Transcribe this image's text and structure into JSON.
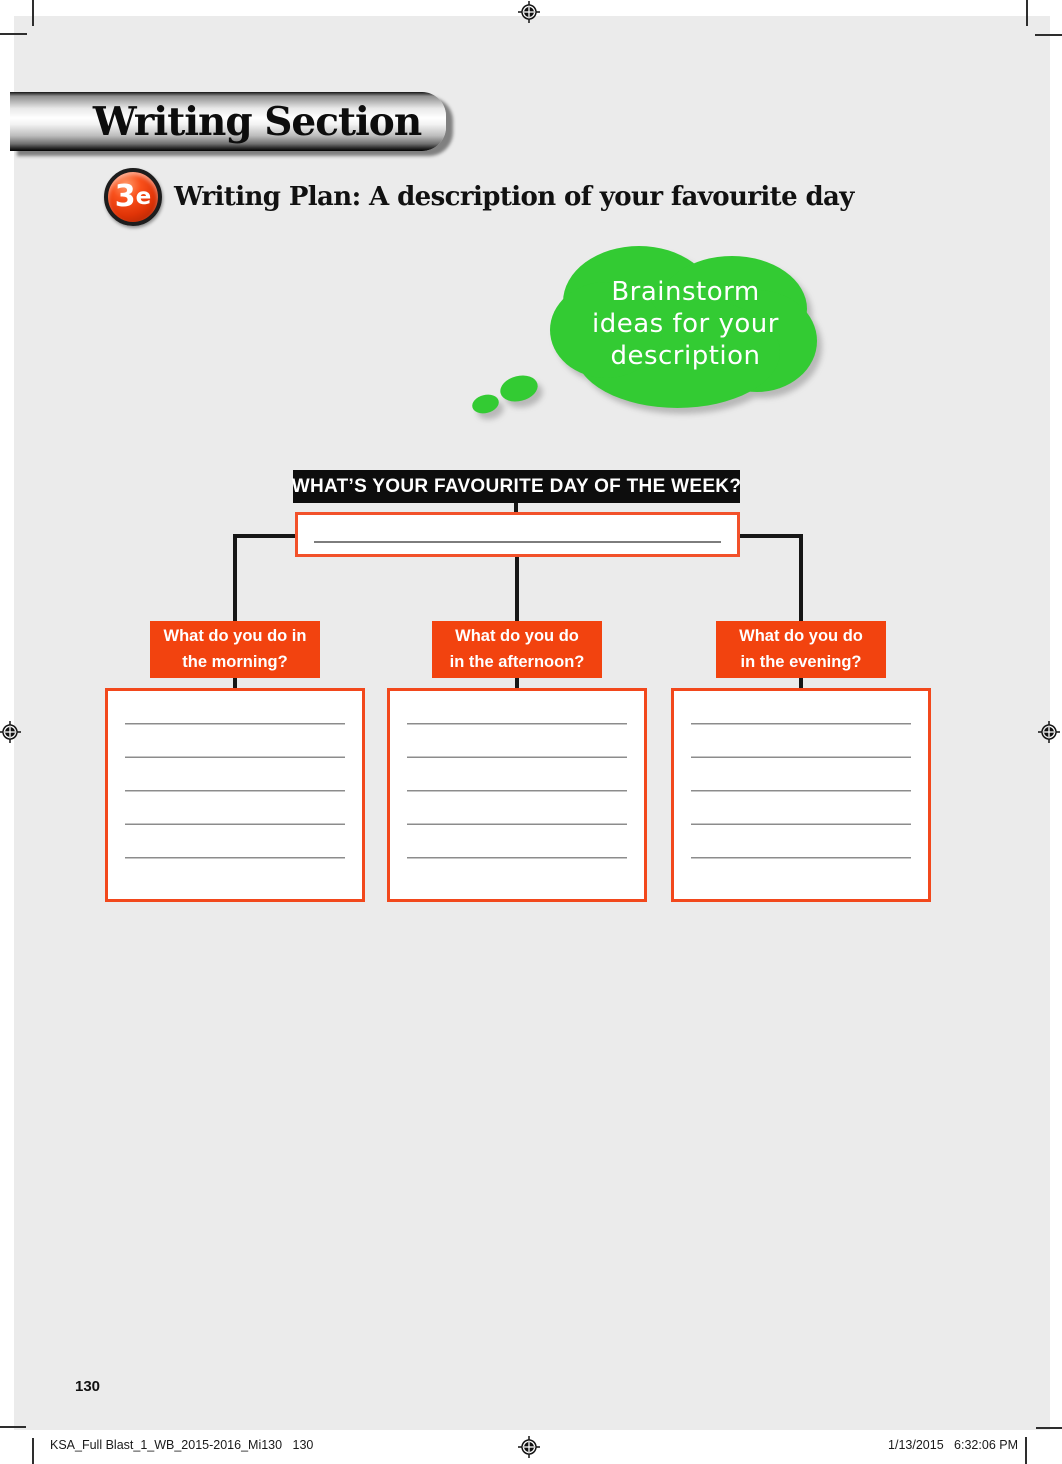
{
  "page": {
    "number": "130",
    "background_color": "#ebebeb"
  },
  "header": {
    "section_title": "Writing Section",
    "badge": {
      "number": "3",
      "letter": "e"
    },
    "title_lead": "Writing Plan:",
    "title_rest": " A description of your favourite day"
  },
  "bubble": {
    "line1": "Brainstorm",
    "line2": "ideas for your",
    "line3": "description",
    "color": "#33cb33"
  },
  "diagram": {
    "question": "WHAT’S YOUR FAVOURITE DAY OF THE WEEK?",
    "accent_color": "#f2430f",
    "question_bg_color": "#0d0d0d",
    "branches": [
      {
        "line1": "What do you do in",
        "line2": "the morning?"
      },
      {
        "line1": "What do you do",
        "line2": "in the afternoon?"
      },
      {
        "line1": "What do you do",
        "line2": "in the evening?"
      }
    ]
  },
  "footer": {
    "left": "KSA_Full Blast_1_WB_2015-2016_Mi130   130",
    "right": "1/13/2015   6:32:06 PM"
  }
}
